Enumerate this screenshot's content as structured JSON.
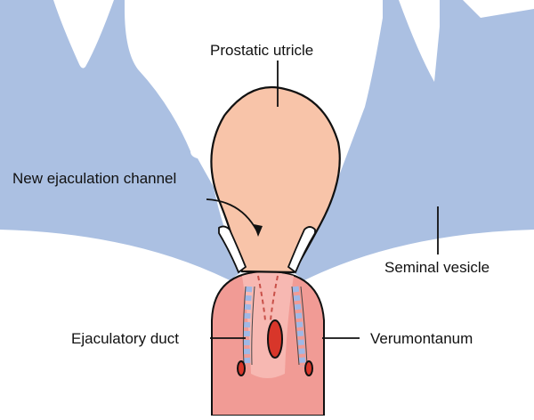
{
  "labels": {
    "prostatic_utricle": "Prostatic utricle",
    "new_channel": "New ejaculation channel",
    "seminal_vesicle": "Seminal vesicle",
    "ejaculatory_duct": "Ejaculatory duct",
    "verumontanum": "Verumontanum"
  },
  "colors": {
    "seminal_vesicle_fill": "#abc0e2",
    "utricle_fill": "#f8c4a9",
    "verumontanum_fill": "#f19b95",
    "verumontanum_light": "#f7b8b2",
    "orifice_fill": "#d8362a",
    "duct_dash": "#9fb8e6",
    "outline": "#111111"
  }
}
